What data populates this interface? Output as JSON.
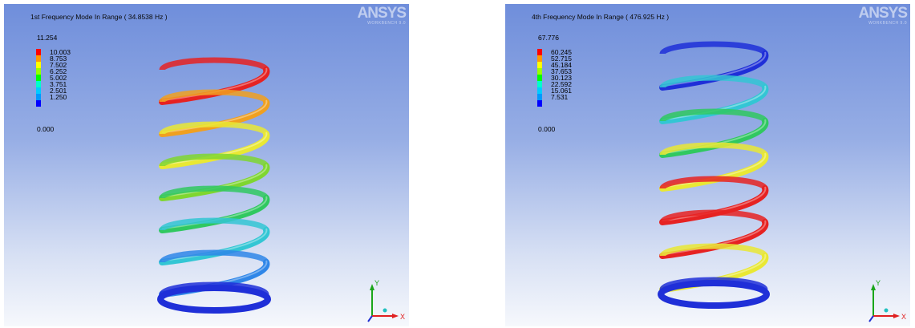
{
  "viewports": [
    {
      "title": "1st Frequency Mode In Range ( 34.8538 Hz )",
      "brand": {
        "name": "ANSYS",
        "sub": "WORKBENCH 9.0"
      },
      "legend": {
        "max": "11.254",
        "ticks": [
          "10.003",
          "8.753",
          "7.502",
          "6.252",
          "5.002",
          "3.751",
          "2.501",
          "1.250"
        ],
        "min": "0.000"
      },
      "spring_colors": [
        "#1f2fd8",
        "#2f86e8",
        "#33c6d4",
        "#30c860",
        "#7fd630",
        "#e9e834",
        "#f0a020",
        "#e62222"
      ],
      "axes": {
        "y": "Y",
        "x": "X"
      }
    },
    {
      "title": "4th Frequency Mode In Range ( 476.925 Hz )",
      "brand": {
        "name": "ANSYS",
        "sub": "WORKBENCH 9.0"
      },
      "legend": {
        "max": "67.776",
        "ticks": [
          "60.245",
          "52.715",
          "45.184",
          "37.653",
          "30.123",
          "22.592",
          "15.061",
          "7.531"
        ],
        "min": "0.000"
      },
      "spring_colors": [
        "#1f2fd8",
        "#e9e834",
        "#e62222",
        "#e62222",
        "#e9e834",
        "#30c860",
        "#33c6d4",
        "#1f2fd8"
      ],
      "axes": {
        "y": "Y",
        "x": "X"
      }
    }
  ],
  "legend_colors": [
    "#ff0000",
    "#ff9900",
    "#ffff00",
    "#99ff00",
    "#00ff00",
    "#00ffcc",
    "#00ccff",
    "#0099ff",
    "#0000ff"
  ]
}
